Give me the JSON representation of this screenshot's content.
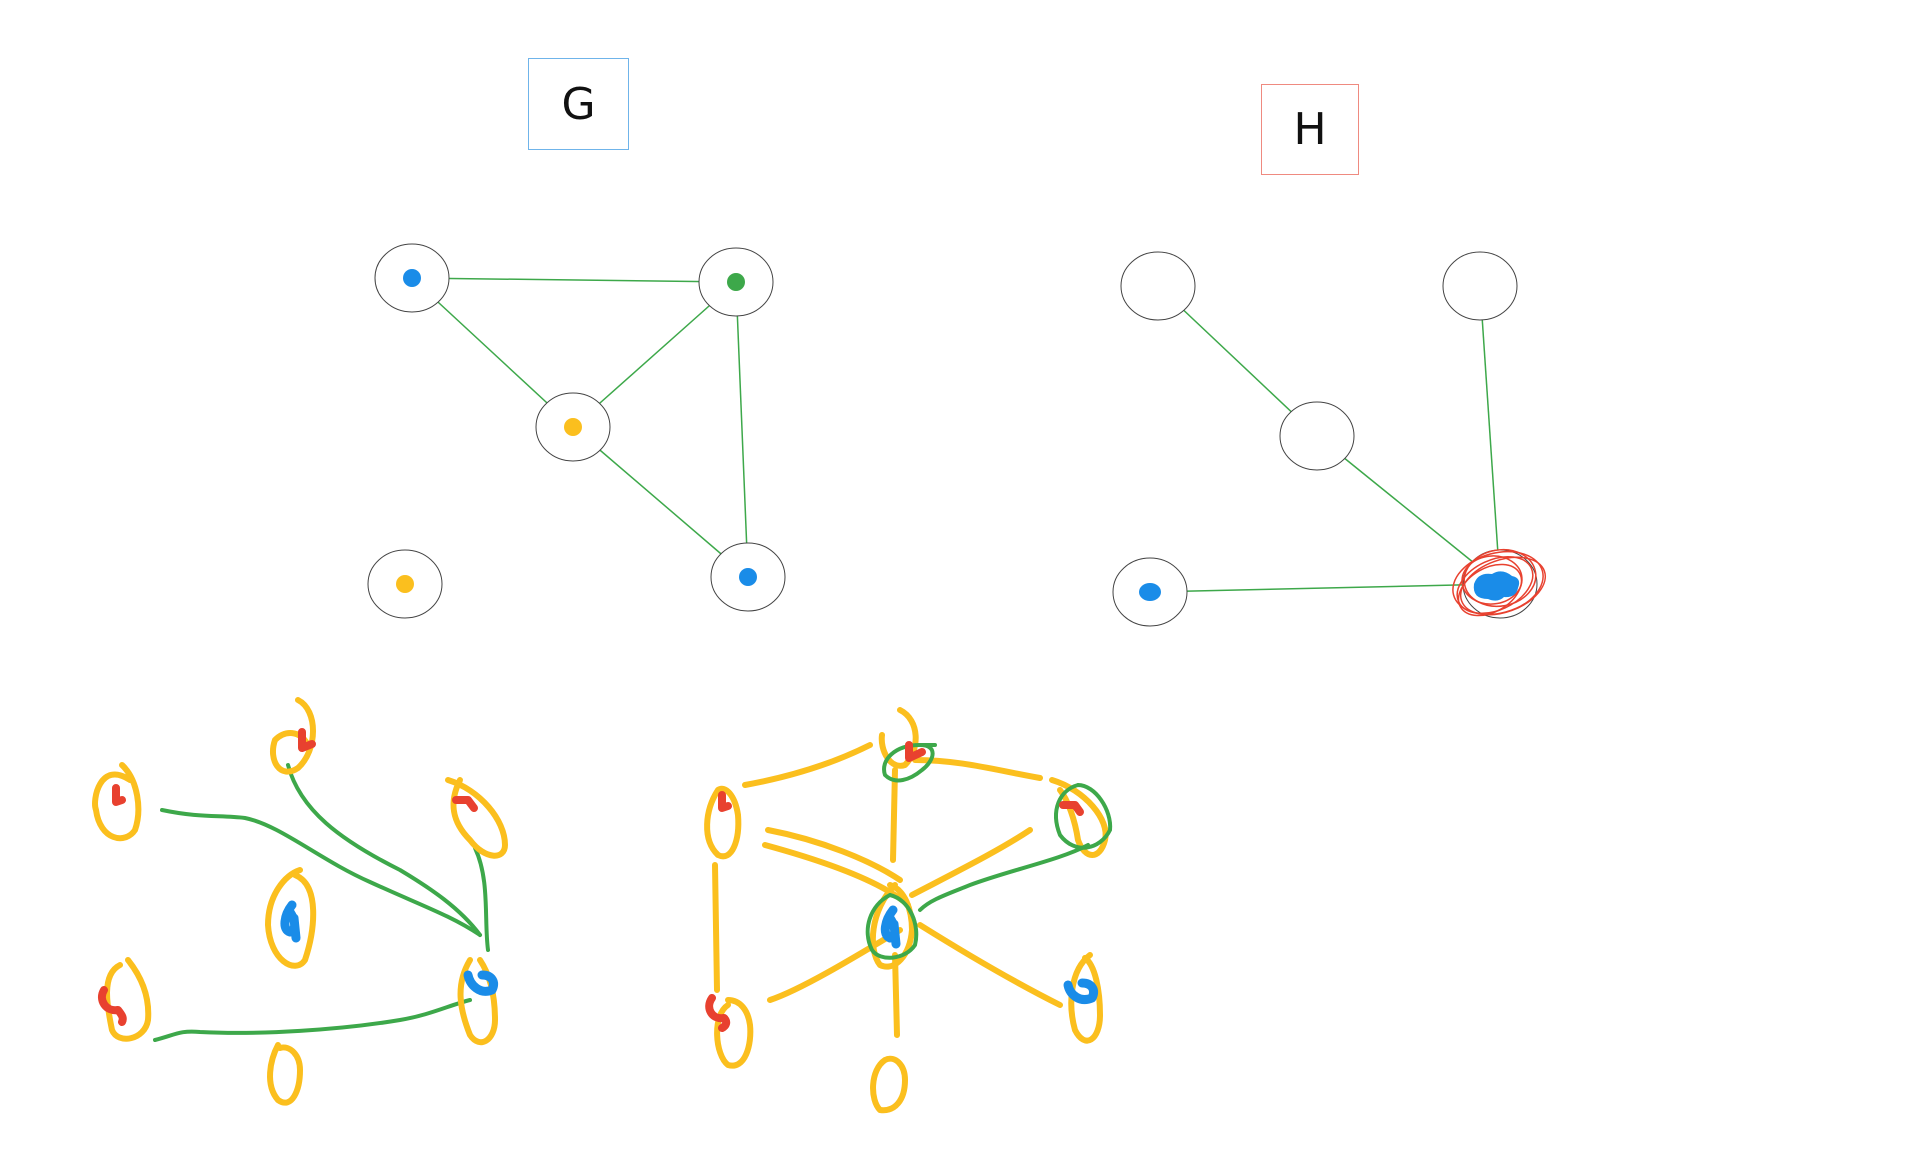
{
  "colors": {
    "blue": "#1a8ce8",
    "green": "#3da84a",
    "yellow": "#fbbf1e",
    "red": "#e8412f",
    "node_outline": "#444444",
    "label_g_border": "#6fb4ea",
    "label_h_border": "#ef8a80"
  },
  "graph_g": {
    "label": "G",
    "nodes": [
      {
        "id": "g1",
        "dot": "blue"
      },
      {
        "id": "g2",
        "dot": "green"
      },
      {
        "id": "g3",
        "dot": "yellow"
      },
      {
        "id": "g4",
        "dot": "blue"
      },
      {
        "id": "g5",
        "dot": "yellow"
      }
    ],
    "edges": [
      [
        "g1",
        "g2"
      ],
      [
        "g1",
        "g3"
      ],
      [
        "g2",
        "g3"
      ],
      [
        "g2",
        "g4"
      ],
      [
        "g3",
        "g4"
      ]
    ]
  },
  "graph_h": {
    "label": "H",
    "nodes": [
      {
        "id": "h1",
        "dot": "none"
      },
      {
        "id": "h2",
        "dot": "none"
      },
      {
        "id": "h3",
        "dot": "none"
      },
      {
        "id": "h4",
        "dot": "blue"
      },
      {
        "id": "h5",
        "dot": "blue",
        "marked": "red-scribble"
      }
    ],
    "edges": [
      [
        "h1",
        "h3"
      ],
      [
        "h3",
        "h5"
      ],
      [
        "h2",
        "h5"
      ],
      [
        "h4",
        "h5"
      ]
    ]
  },
  "sketches": {
    "left": {
      "ink": [
        "yellow",
        "red",
        "blue",
        "green"
      ]
    },
    "right": {
      "ink": [
        "yellow",
        "red",
        "blue",
        "green"
      ]
    }
  }
}
